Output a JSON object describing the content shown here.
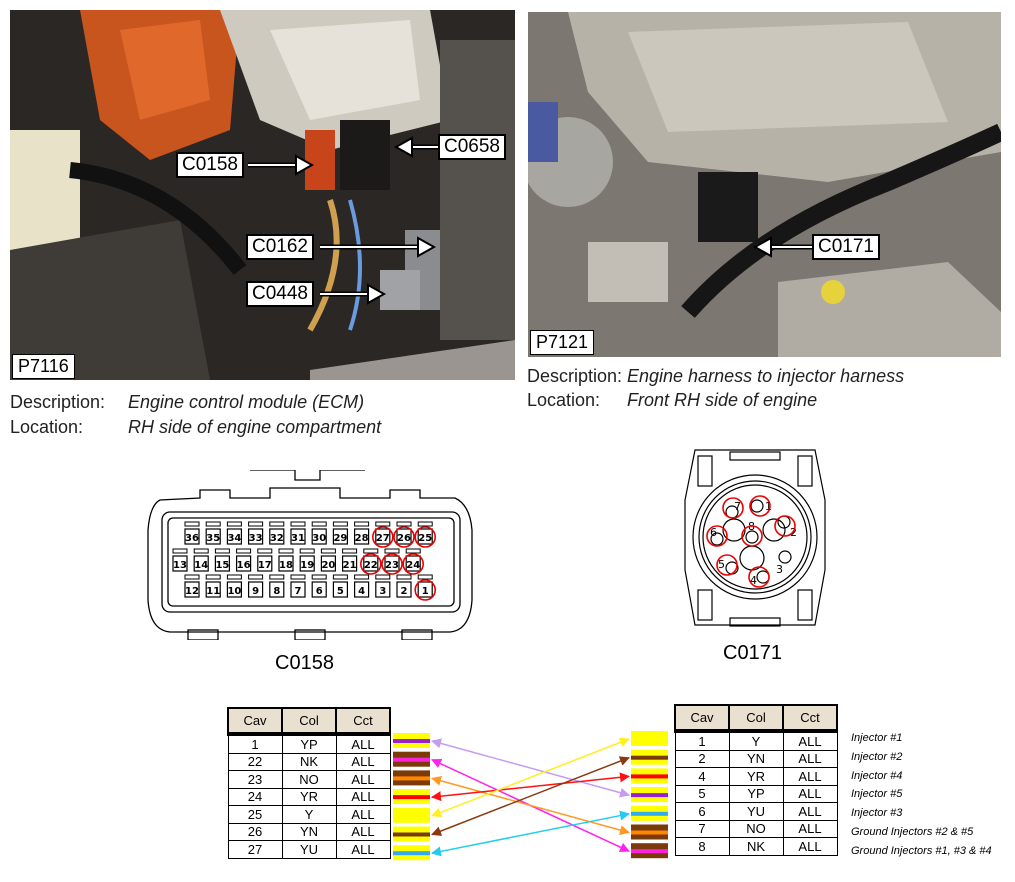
{
  "photo_left": {
    "code": "P7116",
    "callouts": [
      "C0158",
      "C0658",
      "C0162",
      "C0448"
    ],
    "description_label": "Description:",
    "description": "Engine control module (ECM)",
    "location_label": "Location:",
    "location": "RH side of engine compartment"
  },
  "photo_right": {
    "code": "P7121",
    "callouts": [
      "C0171"
    ],
    "description_label": "Description:",
    "description": "Engine harness to injector harness",
    "location_label": "Location:",
    "location": "Front RH side of engine"
  },
  "connector_c0158": {
    "label": "C0158",
    "row_top": [
      "36",
      "35",
      "34",
      "33",
      "32",
      "31",
      "30",
      "29",
      "28",
      "27",
      "26",
      "25"
    ],
    "row_mid": [
      "13",
      "14",
      "15",
      "16",
      "17",
      "18",
      "19",
      "20",
      "21",
      "22",
      "23",
      "24"
    ],
    "row_bot": [
      "12",
      "11",
      "10",
      "9",
      "8",
      "7",
      "6",
      "5",
      "4",
      "3",
      "2",
      "1"
    ],
    "circled": [
      "27",
      "26",
      "25",
      "22",
      "23",
      "24",
      "1"
    ]
  },
  "connector_c0171": {
    "label": "C0171",
    "pins": [
      "1",
      "2",
      "3",
      "4",
      "5",
      "6",
      "7",
      "8"
    ],
    "circled": [
      "1",
      "2",
      "4",
      "5",
      "6",
      "7",
      "8"
    ]
  },
  "table_left": {
    "headers": [
      "Cav",
      "Col",
      "Cct"
    ],
    "rows": [
      [
        "1",
        "YP",
        "ALL"
      ],
      [
        "22",
        "NK",
        "ALL"
      ],
      [
        "23",
        "NO",
        "ALL"
      ],
      [
        "24",
        "YR",
        "ALL"
      ],
      [
        "25",
        "Y",
        "ALL"
      ],
      [
        "26",
        "YN",
        "ALL"
      ],
      [
        "27",
        "YU",
        "ALL"
      ]
    ]
  },
  "table_right": {
    "headers": [
      "Cav",
      "Col",
      "Cct"
    ],
    "rows": [
      [
        "1",
        "Y",
        "ALL"
      ],
      [
        "2",
        "YN",
        "ALL"
      ],
      [
        "4",
        "YR",
        "ALL"
      ],
      [
        "5",
        "YP",
        "ALL"
      ],
      [
        "6",
        "YU",
        "ALL"
      ],
      [
        "7",
        "NO",
        "ALL"
      ],
      [
        "8",
        "NK",
        "ALL"
      ]
    ],
    "functions": [
      "Injector #1",
      "Injector #2",
      "Injector #4",
      "Injector #5",
      "Injector #3",
      "Ground Injectors #2 & #5",
      "Ground Injectors #1, #3 & #4"
    ]
  },
  "wire_colors": {
    "Y": "#ffff00",
    "N": "#7a3a0a",
    "P": "#9922cc",
    "K": "#ff22dd",
    "O": "#ff8800",
    "R": "#ff0000",
    "U": "#33aaee"
  },
  "links": [
    {
      "from": 0,
      "to": 3,
      "color": "#c59cf0"
    },
    {
      "from": 1,
      "to": 6,
      "color": "#ff22ee"
    },
    {
      "from": 2,
      "to": 5,
      "color": "#ff9922"
    },
    {
      "from": 3,
      "to": 2,
      "color": "#ff1111"
    },
    {
      "from": 4,
      "to": 0,
      "color": "#ffee22"
    },
    {
      "from": 5,
      "to": 1,
      "color": "#8a3a10"
    },
    {
      "from": 6,
      "to": 4,
      "color": "#22ccf0"
    }
  ]
}
